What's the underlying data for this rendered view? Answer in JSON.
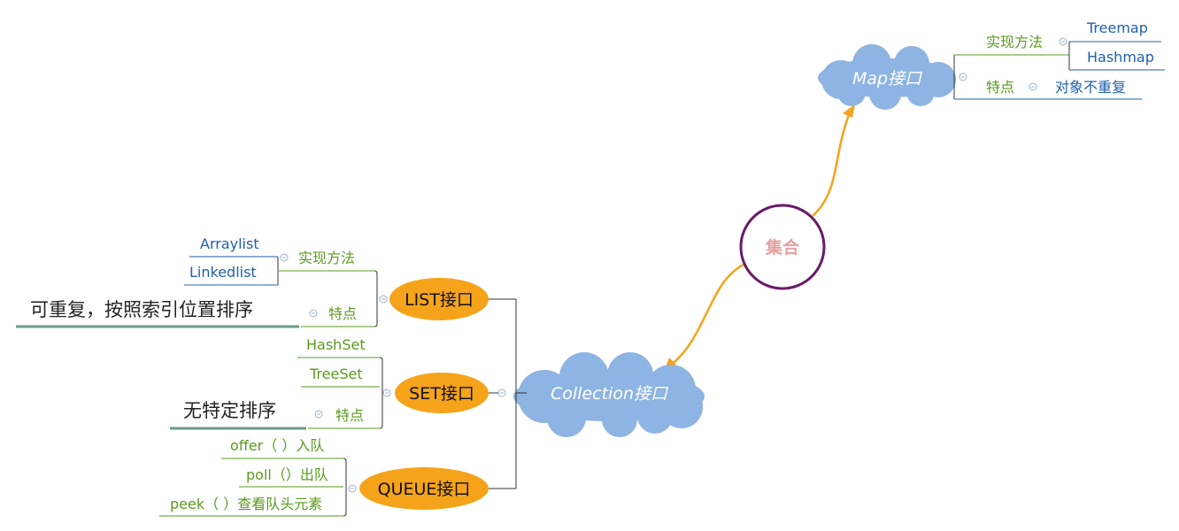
{
  "root": {
    "label": "集合",
    "color": "#6a1a6a"
  },
  "map": {
    "label": "Map接口",
    "impl_label": "实现方法",
    "impl_items": [
      "Treemap",
      "Hashmap"
    ],
    "feature_label": "特点",
    "feature_value": "对象不重复"
  },
  "collection": {
    "label": "Collection接口",
    "list": {
      "label": "LIST接口",
      "impl_label": "实现方法",
      "impl_items": [
        "Arraylist",
        "Linkedlist"
      ],
      "feature_label": "特点",
      "feature_value": "可重复，按照索引位置排序"
    },
    "set": {
      "label": "SET接口",
      "items": [
        "HashSet",
        "TreeSet"
      ],
      "feature_label": "特点",
      "feature_value": "无特定排序"
    },
    "queue": {
      "label": "QUEUE接口",
      "items": [
        "offer（ ）入队",
        "poll（）出队",
        "peek（ ）查看队头元素"
      ]
    }
  },
  "colors": {
    "orange_node": "#f5a31a",
    "cloud": "#8db4e2",
    "branch_green": "#5a9a1e",
    "leaf_blue": "#1f5fae",
    "arrow": "#f5a31a"
  }
}
